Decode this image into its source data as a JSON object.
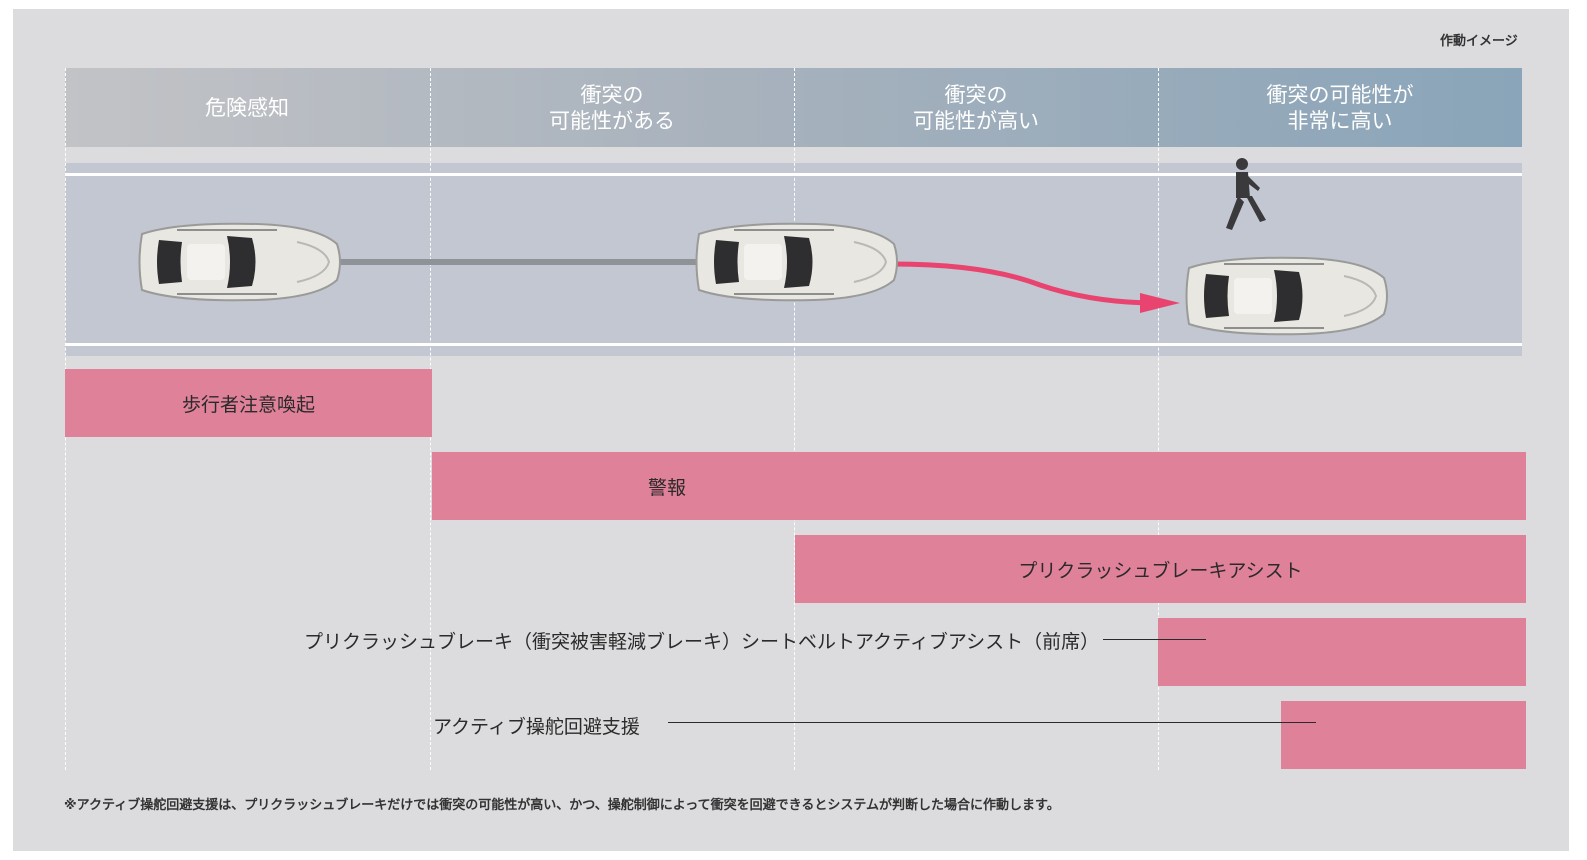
{
  "caption": "作動イメージ",
  "phases": [
    "危険感知",
    "衝突の\n可能性がある",
    "衝突の\n可能性が高い",
    "衝突の可能性が\n非常に高い"
  ],
  "bars": {
    "pedestrian_alert": "歩行者注意喚起",
    "warning": "警報",
    "brake_assist": "プリクラッシュブレーキアシスト"
  },
  "labels": {
    "precrash_brake": "プリクラッシュブレーキ（衝突被害軽減ブレーキ）シートベルトアクティブアシスト（前席）",
    "active_steering": "アクティブ操舵回避支援"
  },
  "footnote": "※アクティブ操舵回避支援は、プリクラッシュブレーキだけでは衝突の可能性が高い、かつ、操舵制御によって衝突を回避できるとシステムが判断した場合に作動します。",
  "colors": {
    "bar": "#e0819a",
    "arrow": "#e8446f",
    "road": "#c2c7d1",
    "panel": "#dcdcde"
  }
}
